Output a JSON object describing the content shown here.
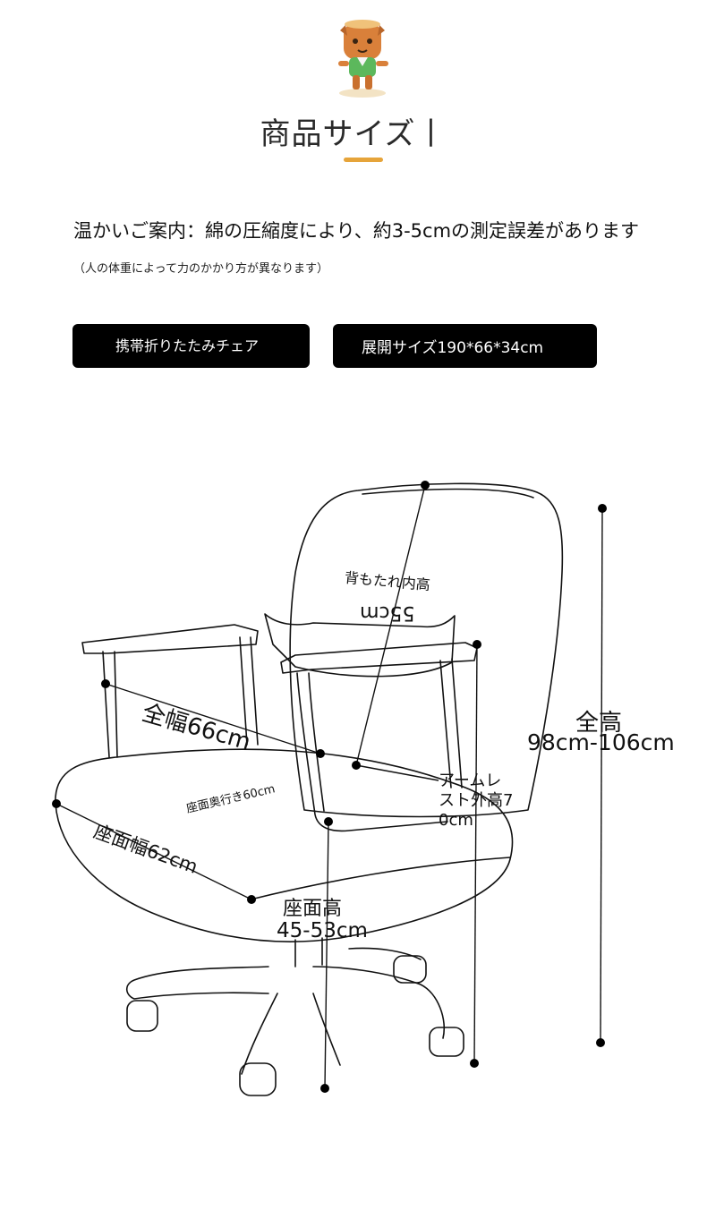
{
  "header": {
    "mascot_icon": "tree-stump-mascot-icon",
    "title": "商品サイズ丨",
    "accent_color": "#e6a43a"
  },
  "notice": {
    "main": "温かいご案内：綿の圧縮度により、約3-5cmの測定誤差があります",
    "sub": "（人の体重によって力のかかり方が異なります）"
  },
  "badges": {
    "type": "携帯折りたたみチェア",
    "size": "展開サイズ190*66*34cm"
  },
  "dimensions": {
    "back_height_label": "背もたれ内高",
    "back_height_value": "55cm",
    "full_width": "全幅66cm",
    "full_height_label": "全高",
    "full_height_value": "98cm-106cm",
    "seat_depth": "座面奥行き60cm",
    "armrest_height_line1": "アームレ",
    "armrest_height_line2": "スト外高7",
    "armrest_height_line3": "0cm",
    "seat_width": "座面幅62cm",
    "seat_height_label": "座面高",
    "seat_height_value": "45-53cm"
  }
}
